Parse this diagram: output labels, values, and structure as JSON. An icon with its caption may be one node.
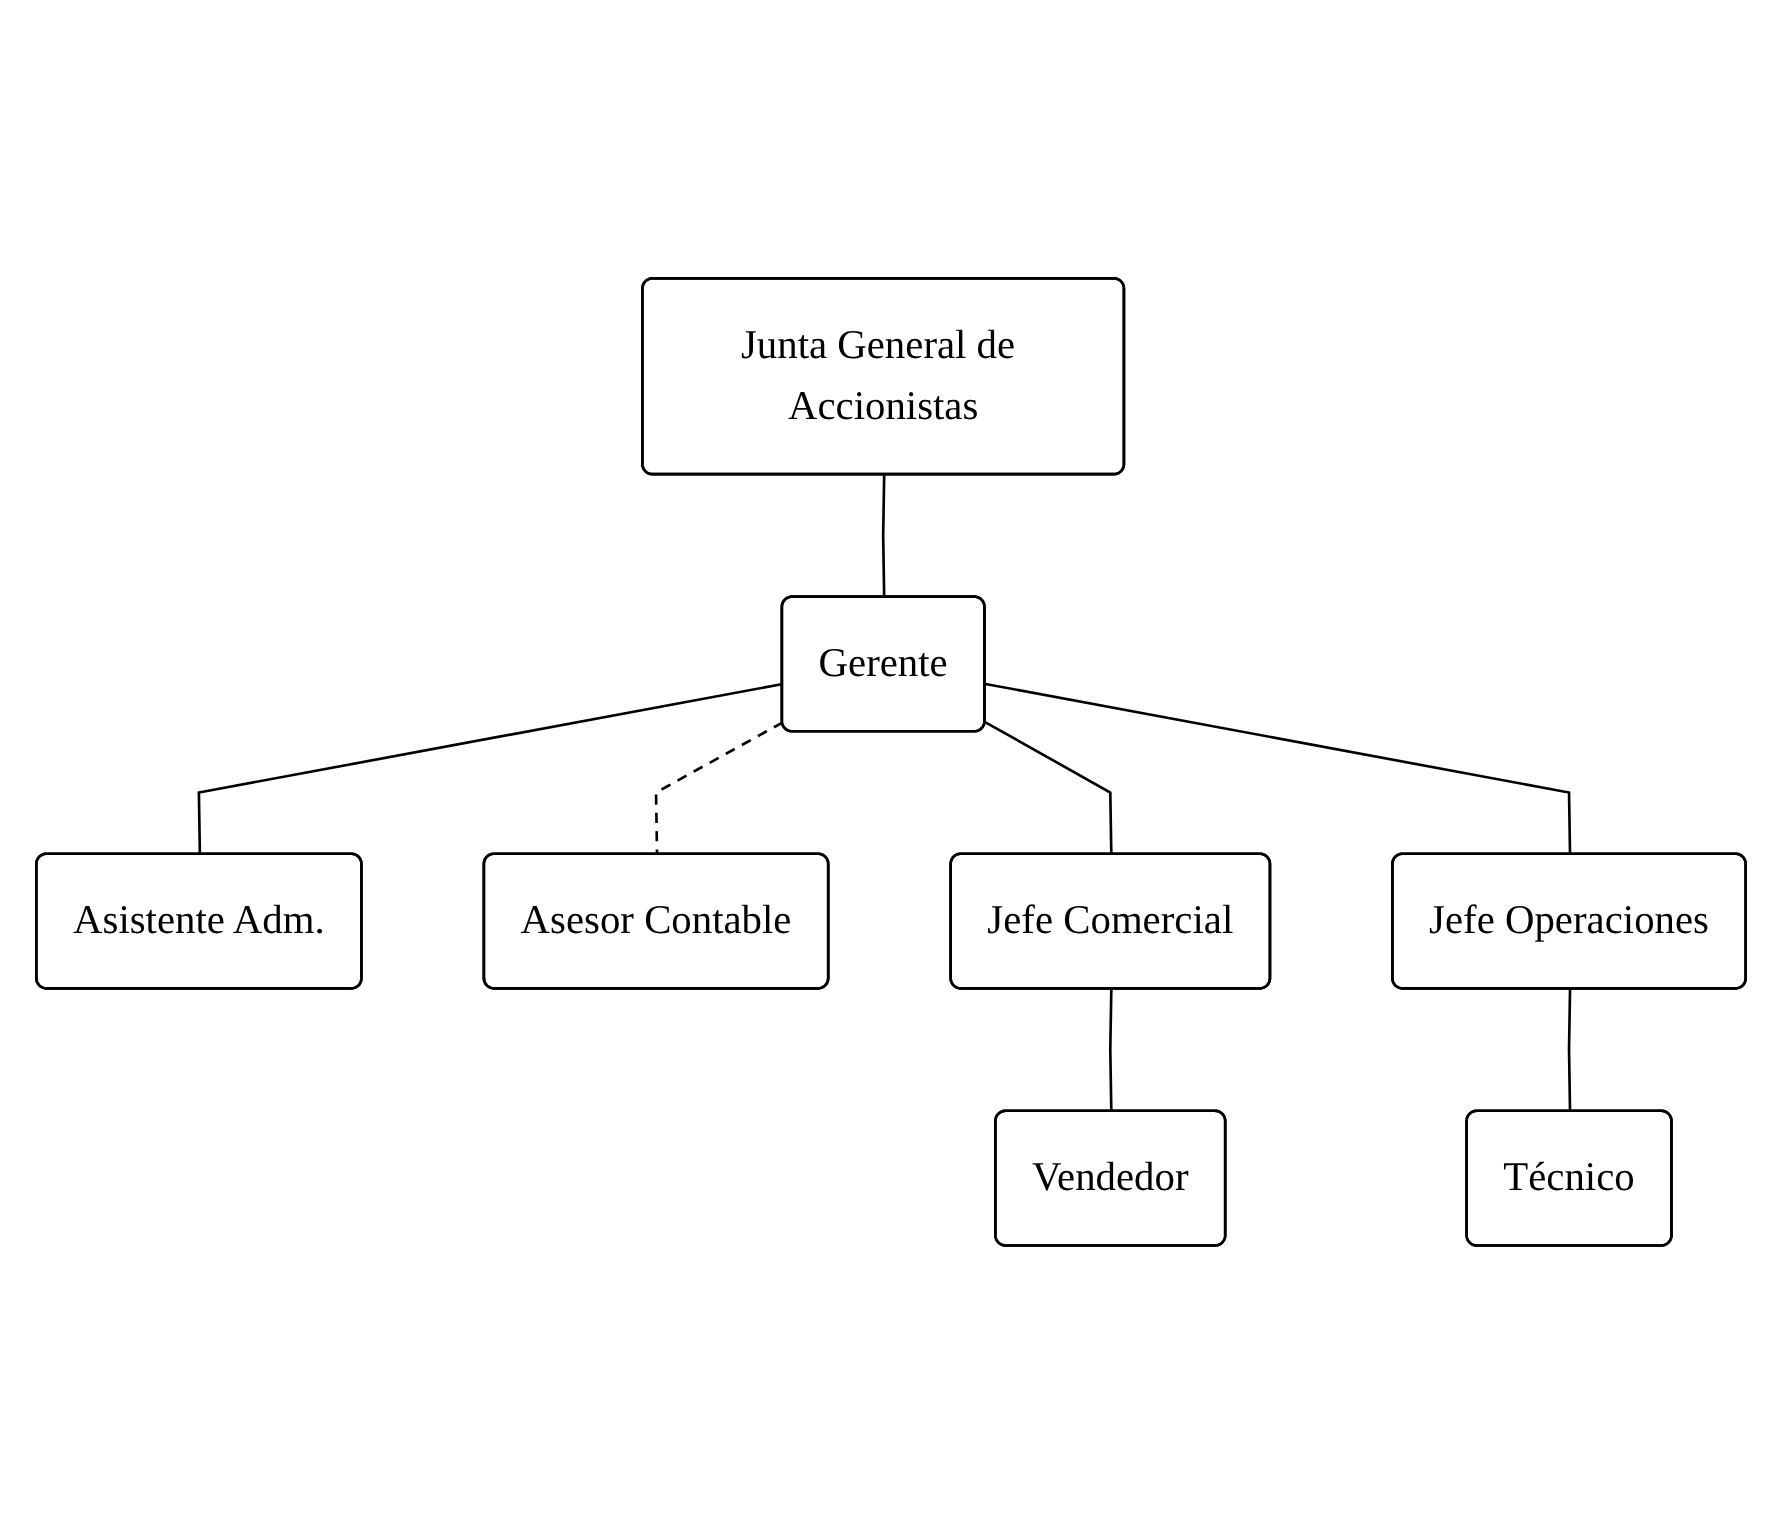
{
  "diagram": {
    "nodes": [
      {
        "text": [
          "Junta General de Accionistas"
        ]
      },
      {
        "text": [
          "Gerente"
        ]
      },
      {
        "text": [
          "Asistente Adm."
        ]
      },
      {
        "text": [
          "Asesor Contable"
        ]
      },
      {
        "text": [
          "Jefe Comercial"
        ]
      },
      {
        "text": [
          "Jefe Operaciones"
        ]
      },
      {
        "text": [
          "Vendedor"
        ]
      },
      {
        "text": [
          "Técnico"
        ]
      }
    ],
    "edges": [
      {
        "from": 0,
        "to": 1,
        "arrow": "none"
      },
      {
        "from": 1,
        "to": 2,
        "arrow": "none"
      },
      {
        "from": 1,
        "to": 3,
        "arrow": "none",
        "style": "dashed"
      },
      {
        "from": 1,
        "to": 4,
        "arrow": "none"
      },
      {
        "from": 1,
        "to": 5,
        "arrow": "none"
      },
      {
        "from": 4,
        "to": 6,
        "arrow": "none"
      },
      {
        "from": 5,
        "to": 7,
        "arrow": "none"
      }
    ]
  }
}
